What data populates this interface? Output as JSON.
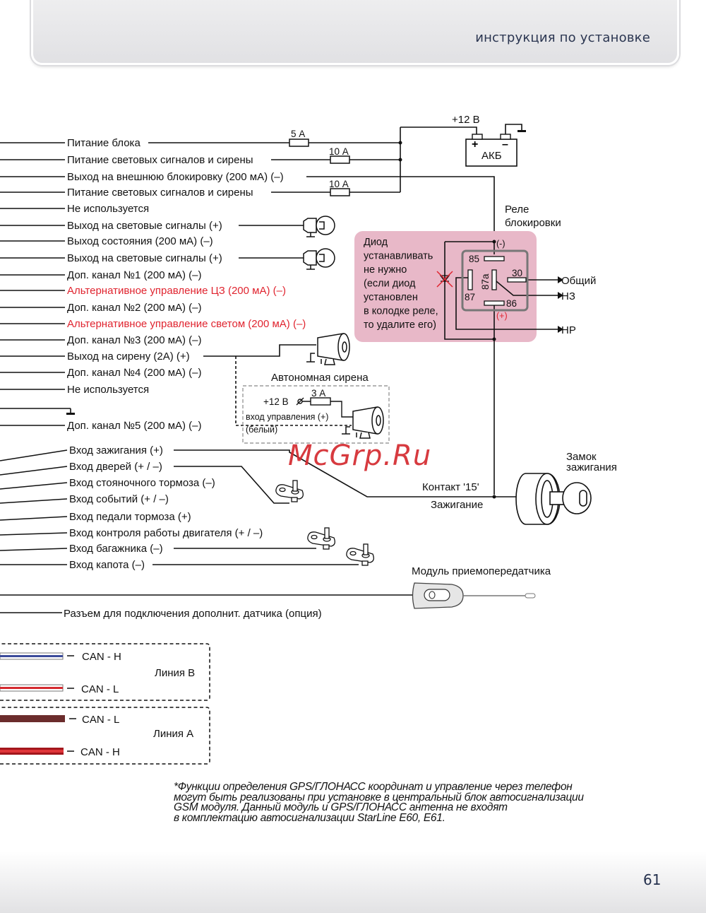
{
  "header": {
    "title": "инструкция по установке"
  },
  "page_number": "61",
  "watermark": "McGrp.Ru",
  "wires": [
    {
      "label": "Питание блока",
      "color": "normal"
    },
    {
      "label": "Питание световых сигналов и сирены",
      "color": "normal"
    },
    {
      "label": "Выход на  внешнюю блокировку (200 мА) (–)",
      "color": "normal"
    },
    {
      "label": "Питание световых сигналов и сирены",
      "color": "normal"
    },
    {
      "label": "Не используется",
      "color": "normal"
    },
    {
      "label": "Выход на световые сигналы (+)",
      "color": "normal"
    },
    {
      "label": "Выход состояния (200 мА) (–)",
      "color": "normal"
    },
    {
      "label": "Выход на световые сигналы (+)",
      "color": "normal"
    },
    {
      "label": "Доп. канал №1 (200 мА) (–)",
      "color": "normal"
    },
    {
      "label": "Альтернативное управление ЦЗ  (200 мА) (–)",
      "color": "red"
    },
    {
      "label": "Доп. канал №2 (200 мА) (–)",
      "color": "normal"
    },
    {
      "label": "Альтернативное управление светом (200 мА) (–)",
      "color": "red"
    },
    {
      "label": "Доп. канал №3 (200 мА) (–)",
      "color": "normal"
    },
    {
      "label": "Выход на сирену (2А) (+)",
      "color": "normal"
    },
    {
      "label": "Доп. канал №4 (200 мА) (–)",
      "color": "normal"
    },
    {
      "label": "Не используется",
      "color": "normal"
    },
    {
      "label": "Доп. канал №5 (200 мА) (–)",
      "color": "normal"
    }
  ],
  "inputs": [
    "Вход зажигания (+)",
    "Вход дверей (+ / –)",
    "Вход стояночного тормоза (–)",
    "Вход событий (+ / –)",
    "Вход педали тормоза (+)",
    "Вход контроля работы двигателя (+ / –)",
    "Вход багажника (–)",
    "Вход капота (–)"
  ],
  "sensor_connector": "Разъем для подключения дополнит. датчика (опция)",
  "fuses": {
    "f1": "5 А",
    "f2": "10 А",
    "f3": "10 А",
    "siren_fuse": "3 А"
  },
  "battery": {
    "label": "АКБ",
    "voltage": "+12 В",
    "plus": "+",
    "minus": "–"
  },
  "relay": {
    "title_line1": "Реле",
    "title_line2": "блокировки",
    "pins": {
      "p85": "85",
      "p86": "86",
      "p87": "87",
      "p87a": "87a",
      "p30": "30"
    },
    "minus_mark": "(-)",
    "plus_mark": "(+)",
    "outputs": {
      "common": "Общий",
      "nc": "НЗ",
      "no": "НР"
    },
    "diode_note": [
      "Диод",
      "устанавливать",
      "не нужно",
      "(если диод",
      "установлен",
      "в колодке реле,",
      "то удалите его)"
    ]
  },
  "siren": {
    "title": "Автономная сирена",
    "voltage": "+12 В",
    "control_input": "вход управления (+)",
    "wire_color": "(белый)"
  },
  "ignition": {
    "contact": "Контакт  '15'",
    "label": "Зажигание",
    "lock_line1": "Замок",
    "lock_line2": "зажигания"
  },
  "transceiver": {
    "label": "Модуль приемопередатчика"
  },
  "can": {
    "line_b": {
      "label": "Линия В",
      "wires": [
        "CAN - H",
        "CAN - L"
      ]
    },
    "line_a": {
      "label": "Линия А",
      "wires": [
        "CAN - L",
        "CAN - H"
      ]
    }
  },
  "colors": {
    "accent_red": "#e0242f",
    "relay_bg": "#e8b8c8",
    "header_text": "#2a3550",
    "can_blue": "#3b4a9a",
    "can_red": "#d42a2f",
    "can_brown": "#6b2c2c"
  },
  "footnote": [
    "*Функции определения GPS/ГЛОНАСС координат и управление через телефон",
    "могут быть реализованы при установке в центральный блок автосигнализации",
    "GSM модуля. Данный модуль и GPS/ГЛОНАСС антенна не входят",
    "в комплектацию автосигнализации StarLine E60, E61."
  ]
}
